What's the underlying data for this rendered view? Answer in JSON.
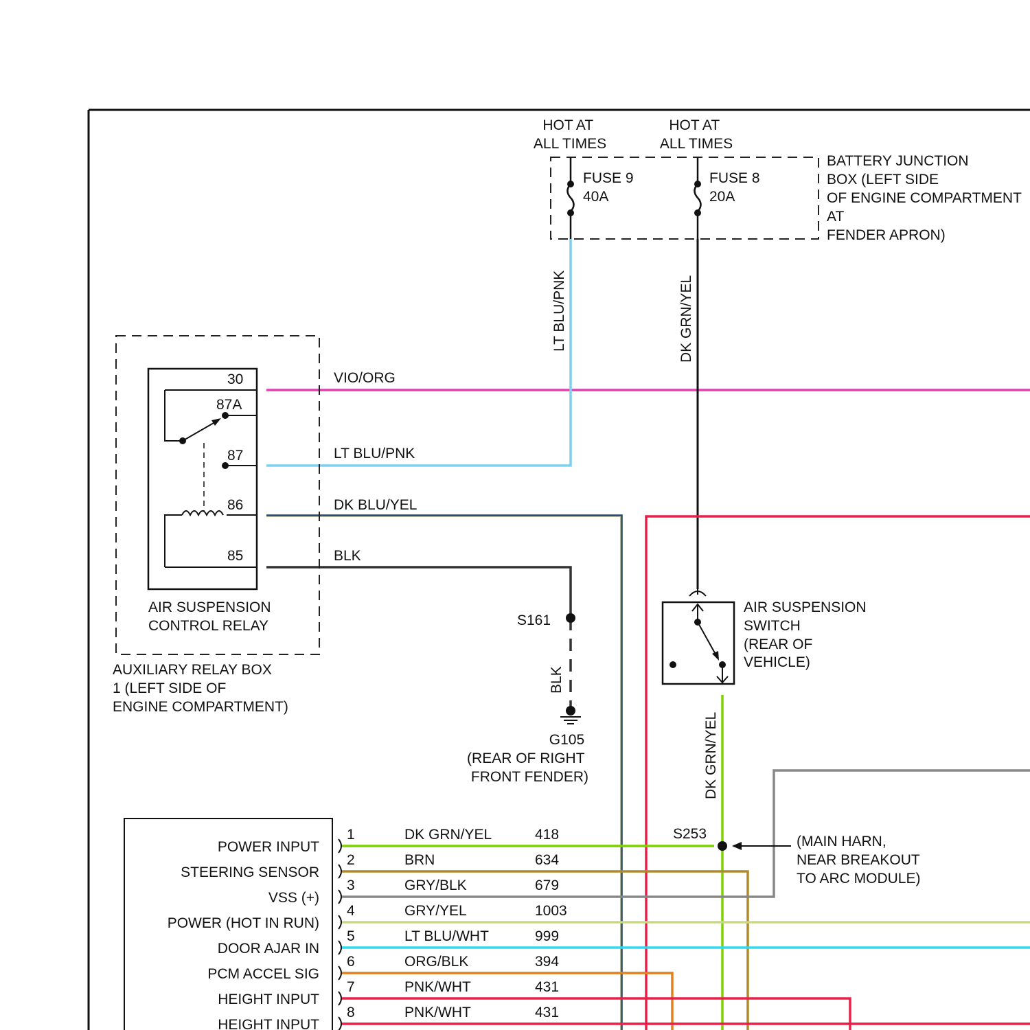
{
  "battery_junction_box": {
    "hot_labels": [
      [
        "HOT AT",
        "ALL TIMES"
      ],
      [
        "HOT AT",
        "ALL TIMES"
      ]
    ],
    "fuse9": [
      "FUSE 9",
      "40A"
    ],
    "fuse8": [
      "FUSE 8",
      "20A"
    ],
    "name": [
      "BATTERY JUNCTION",
      "BOX (LEFT SIDE",
      "OF ENGINE COMPARTMENT",
      "AT",
      "FENDER APRON)"
    ]
  },
  "relay": {
    "pins": {
      "p30": "30",
      "p87a": "87A",
      "p87": "87",
      "p86": "86",
      "p85": "85"
    },
    "name": [
      "AIR SUSPENSION",
      "CONTROL RELAY"
    ],
    "box_name": [
      "AUXILIARY RELAY BOX",
      "1 (LEFT SIDE OF",
      "ENGINE COMPARTMENT)"
    ]
  },
  "wires": {
    "vio_org": "VIO/ORG",
    "lt_blu_pnk_h": "LT BLU/PNK",
    "lt_blu_pnk_v": "LT BLU/PNK",
    "dk_blu_yel": "DK BLU/YEL",
    "blk_h": "BLK",
    "blk_v": "BLK",
    "dk_grn_yel_top": "DK GRN/YEL",
    "dk_grn_yel_switch": "DK GRN/YEL"
  },
  "splices": {
    "s161": "S161",
    "s253": "S253"
  },
  "ground": {
    "name": [
      "G105",
      "(REAR OF RIGHT",
      "FRONT FENDER)"
    ]
  },
  "switch": {
    "name": [
      "AIR SUSPENSION",
      "SWITCH",
      "(REAR OF",
      "VEHICLE)"
    ]
  },
  "splice_note": [
    "(MAIN HARN,",
    "NEAR BREAKOUT",
    "TO ARC MODULE)"
  ],
  "module": {
    "inputs": [
      {
        "label": "POWER INPUT",
        "pin": "1",
        "wire": "DK GRN/YEL",
        "circuit": "418"
      },
      {
        "label": "STEERING SENSOR",
        "pin": "2",
        "wire": "BRN",
        "circuit": "634"
      },
      {
        "label": "VSS (+)",
        "pin": "3",
        "wire": "GRY/BLK",
        "circuit": "679"
      },
      {
        "label": "POWER (HOT IN RUN)",
        "pin": "4",
        "wire": "GRY/YEL",
        "circuit": "1003"
      },
      {
        "label": "DOOR AJAR IN",
        "pin": "5",
        "wire": "LT BLU/WHT",
        "circuit": "999"
      },
      {
        "label": "PCM ACCEL SIG",
        "pin": "6",
        "wire": "ORG/BLK",
        "circuit": "394"
      },
      {
        "label": "HEIGHT INPUT",
        "pin": "7",
        "wire": "PNK/WHT",
        "circuit": "431"
      },
      {
        "label": "HEIGHT INPUT",
        "pin": "8",
        "wire": "PNK/WHT",
        "circuit": "431"
      }
    ]
  },
  "colors": {
    "vio_org": "#e040b0",
    "lt_blu_pnk": "#7fd0f0",
    "dk_blu_yel": "#1a3f6e",
    "blk": "#333333",
    "dk_grn_yel": "#7fd000",
    "pnk_red": "#e8204a",
    "brn": "#b08a2a",
    "gry_blk": "#888888",
    "gry_yel": "#c8d888",
    "lt_blu_wht": "#30d8f0",
    "org_blk": "#e08020"
  }
}
